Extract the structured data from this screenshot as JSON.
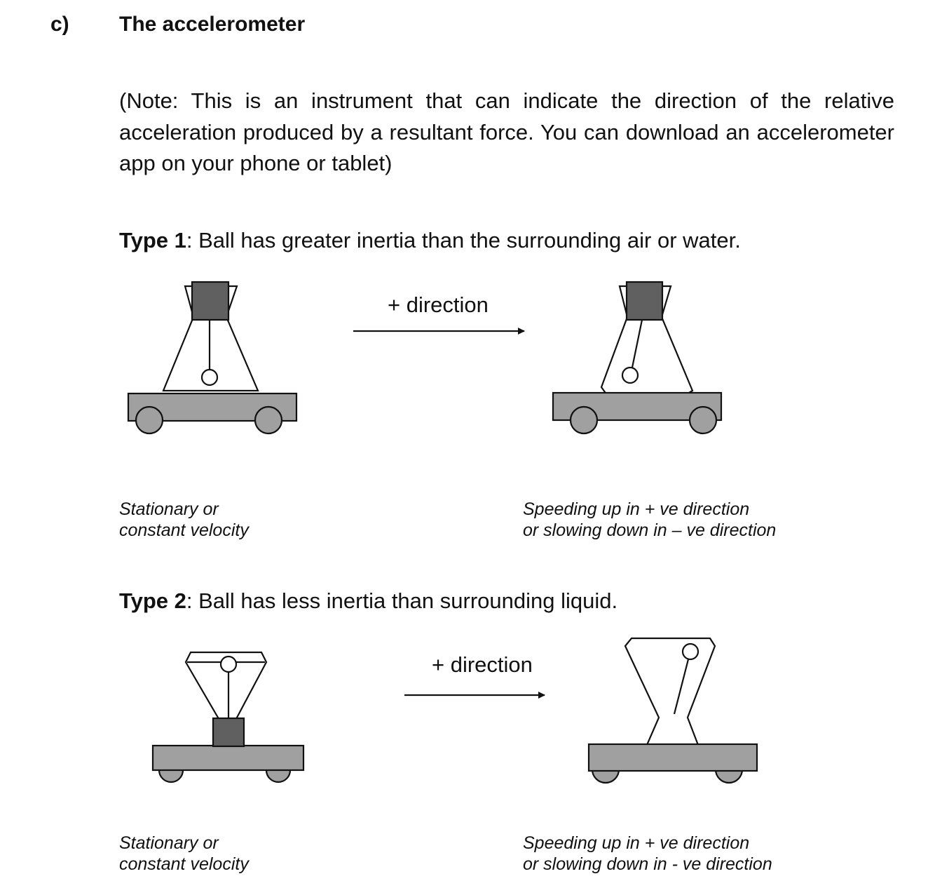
{
  "section": {
    "label": "c)",
    "title": "The accelerometer",
    "note": "(Note: This is an instrument that can indicate the direction of the relative acceleration produced by a resultant force. You can download an accelerometer app on your phone or tablet)"
  },
  "type1": {
    "label": "Type 1",
    "description": ":  Ball has greater inertia than the surrounding air or water.",
    "direction_label": "+ direction",
    "caption_left": [
      "Stationary or",
      "constant velocity"
    ],
    "caption_right": [
      "Speeding up in + ve direction",
      "or slowing down in – ve direction"
    ]
  },
  "type2": {
    "label": "Type 2",
    "description": ":  Ball has less inertia than surrounding liquid.",
    "direction_label": "+ direction",
    "caption_left": [
      "Stationary or",
      "constant velocity"
    ],
    "caption_right": [
      "Speeding up in + ve direction",
      "or slowing down in - ve direction"
    ]
  },
  "colors": {
    "cart_body": "#a0a0a0",
    "block": "#606060",
    "outline": "#111111"
  }
}
